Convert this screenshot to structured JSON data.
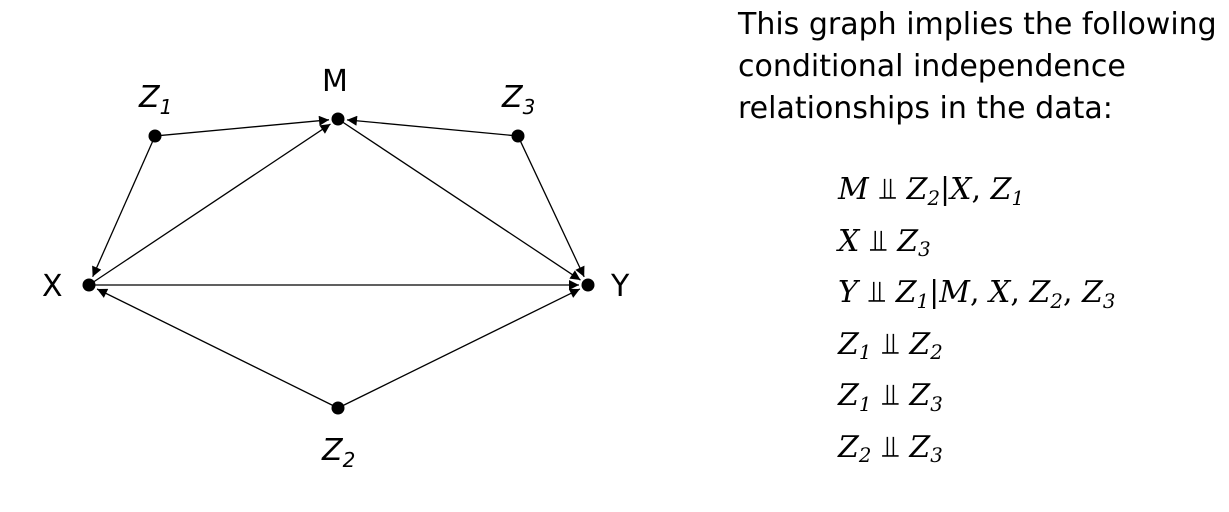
{
  "diagram": {
    "nodes": [
      {
        "id": "X",
        "label_base": "X",
        "label_sub": "",
        "italic": false
      },
      {
        "id": "M",
        "label_base": "M",
        "label_sub": "",
        "italic": false
      },
      {
        "id": "Y",
        "label_base": "Y",
        "label_sub": "",
        "italic": false
      },
      {
        "id": "Z1",
        "label_base": "Z",
        "label_sub": "1",
        "italic": true
      },
      {
        "id": "Z2",
        "label_base": "Z",
        "label_sub": "2",
        "italic": true
      },
      {
        "id": "Z3",
        "label_base": "Z",
        "label_sub": "3",
        "italic": true
      }
    ],
    "edges": [
      {
        "from": "Z1",
        "to": "M"
      },
      {
        "from": "Z1",
        "to": "X"
      },
      {
        "from": "Z3",
        "to": "M"
      },
      {
        "from": "Z3",
        "to": "Y"
      },
      {
        "from": "X",
        "to": "M"
      },
      {
        "from": "M",
        "to": "Y"
      },
      {
        "from": "X",
        "to": "Y"
      },
      {
        "from": "Z2",
        "to": "X"
      },
      {
        "from": "Z2",
        "to": "Y"
      }
    ]
  },
  "description": {
    "intro_line1": "This graph implies the following",
    "intro_line2": "conditional independence",
    "intro_line3": "relationships in the data:"
  },
  "relations": [
    {
      "left": [
        [
          "M",
          ""
        ]
      ],
      "right": [
        [
          "Z",
          "2"
        ]
      ],
      "given": [
        [
          "X",
          ""
        ],
        [
          "Z",
          "1"
        ]
      ]
    },
    {
      "left": [
        [
          "X",
          ""
        ]
      ],
      "right": [
        [
          "Z",
          "3"
        ]
      ],
      "given": []
    },
    {
      "left": [
        [
          "Y",
          ""
        ]
      ],
      "right": [
        [
          "Z",
          "1"
        ]
      ],
      "given": [
        [
          "M",
          ""
        ],
        [
          "X",
          ""
        ],
        [
          "Z",
          "2"
        ],
        [
          "Z",
          "3"
        ]
      ]
    },
    {
      "left": [
        [
          "Z",
          "1"
        ]
      ],
      "right": [
        [
          "Z",
          "2"
        ]
      ],
      "given": []
    },
    {
      "left": [
        [
          "Z",
          "1"
        ]
      ],
      "right": [
        [
          "Z",
          "3"
        ]
      ],
      "given": []
    },
    {
      "left": [
        [
          "Z",
          "2"
        ]
      ],
      "right": [
        [
          "Z",
          "3"
        ]
      ],
      "given": []
    }
  ],
  "symbols": {
    "independence": "⫫",
    "conditioning_bar": "|",
    "separator": ", "
  }
}
